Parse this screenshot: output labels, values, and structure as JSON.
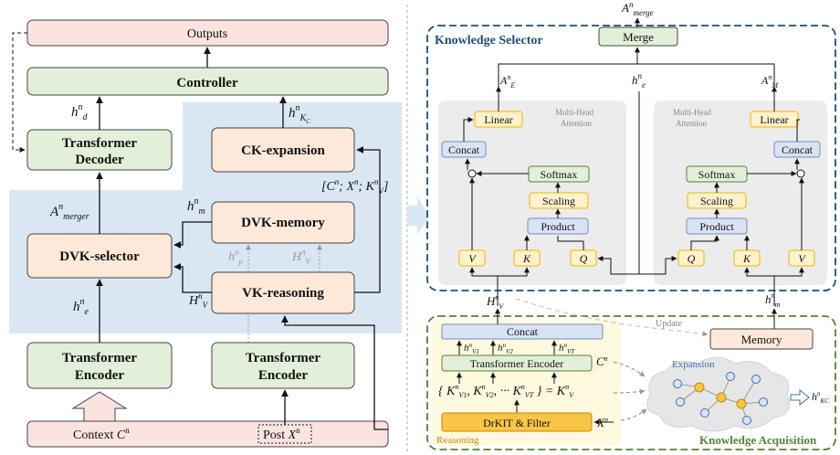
{
  "left": {
    "outputs": "Outputs",
    "controller": "Controller",
    "transformer_decoder": [
      "Transformer",
      "Decoder"
    ],
    "ck_expansion": "CK-expansion",
    "dvk_memory": "DVK-memory",
    "dvk_selector": "DVK-selector",
    "vk_reasoning": "VK-reasoning",
    "transformer_encoder_left": [
      "Transformer",
      "Encoder"
    ],
    "transformer_encoder_right": [
      "Transformer",
      "Encoder"
    ],
    "context_label": "Context",
    "post_label": "Post",
    "labels": {
      "h_d": "h",
      "h_kc": "h",
      "a_merger": "A",
      "h_m": "h",
      "h_p": "h",
      "h_v": "H",
      "h_V_small": "H",
      "h_e": "h",
      "concat_tuple": "[C",
      "c_n": "C",
      "x_n": "X"
    }
  },
  "right": {
    "knowledge_selector": "Knowledge Selector",
    "merge": "Merge",
    "a_merge_out": "A",
    "linear": "Linear",
    "concat": "Concat",
    "softmax": "Softmax",
    "scaling": "Scaling",
    "product": "Product",
    "multi_head": [
      "Multi-Head",
      "Attention"
    ],
    "v": "V",
    "k": "K",
    "q": "Q",
    "update": "Update",
    "memory": "Memory",
    "concat_bottom": "Concat",
    "transformer_encoder": "Transformer Encoder",
    "drkit": "DrKIT & Filter",
    "reasoning": "Reasoning",
    "expansion": "Expansion",
    "knowledge_acquisition": "Knowledge Acquisition"
  },
  "colors": {
    "pink_fill": "#fbe4e0",
    "green_fill": "#e2f0d9",
    "orange_fill": "#fde9d9",
    "blue_panel": "#dae7f3",
    "yellow_fill": "#fff2cc",
    "yellow_stroke": "#f0b400",
    "blue_fill": "#dae3f3",
    "gray_panel": "#ececec",
    "navy": "#1f4e79",
    "dark_green": "#548235"
  }
}
